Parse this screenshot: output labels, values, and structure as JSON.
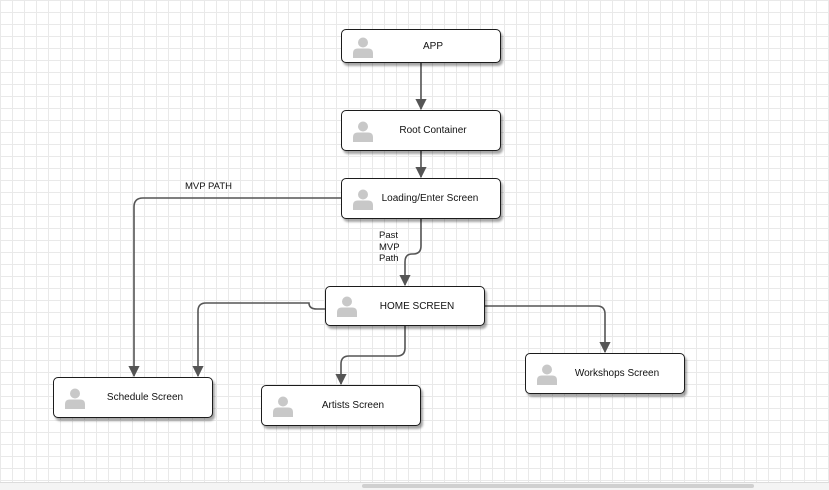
{
  "nodes": {
    "app": {
      "label": "APP",
      "icon": "user-placeholder-icon"
    },
    "root": {
      "label": "Root Container",
      "icon": "user-placeholder-icon"
    },
    "loading": {
      "label": "Loading/Enter Screen",
      "icon": "user-placeholder-icon"
    },
    "home": {
      "label": "HOME SCREEN",
      "icon": "user-placeholder-icon"
    },
    "schedule": {
      "label": "Schedule Screen",
      "icon": "user-placeholder-icon"
    },
    "artists": {
      "label": "Artists Screen",
      "icon": "user-placeholder-icon"
    },
    "workshops": {
      "label": "Workshops Screen",
      "icon": "user-placeholder-icon"
    }
  },
  "edge_labels": {
    "mvp_path": "MVP PATH",
    "past_mvp_path": [
      "Past",
      "MVP",
      "Path"
    ]
  },
  "colors": {
    "edge": "#555555",
    "node_border": "#1c1c1c",
    "icon": "#c8c8c8",
    "grid": "#e9e9e9"
  }
}
